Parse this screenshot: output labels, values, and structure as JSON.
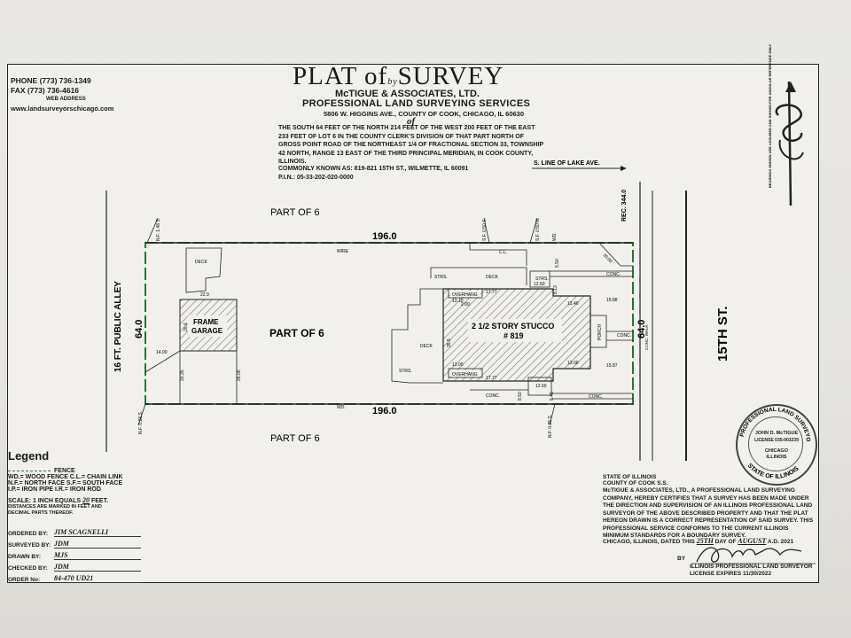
{
  "contact": {
    "phone": "PHONE (773) 736-1349",
    "fax": "FAX (773) 736-4616",
    "web_label": "WEB ADDRESS",
    "website": "www.landsurveyorschicago.com"
  },
  "header": {
    "title_plat": "PLAT",
    "title_of": "of",
    "title_by": "by",
    "title_survey": "SURVEY",
    "company": "McTIGUE & ASSOCIATES, LTD.",
    "services": "PROFESSIONAL LAND SURVEYING SERVICES",
    "address": "5806 W. HIGGINS AVE., COUNTY OF COOK, CHICAGO, IL 60630",
    "of": "of",
    "legal_description": "THE SOUTH 64 FEET OF THE NORTH 214 FEET OF THE WEST 200 FEET OF THE EAST 233 FEET OF LOT 6 IN THE COUNTY CLERK'S DIVISION OF THAT PART NORTH OF GROSS POINT ROAD OF THE NORTHEAST 1/4 OF FRACTIONAL SECTION 33, TOWNSHIP 42 NORTH, RANGE 13 EAST OF THE THIRD PRINCIPAL MERIDIAN, IN COOK COUNTY, ILLINOIS.",
    "commonly_known": "COMMONLY KNOWN AS: 819-821 15TH ST., WILMETTE, IL 60091",
    "pin": "P.I.N.: 05-33-202-020-0000"
  },
  "plat": {
    "part_of_6_top": "PART OF 6",
    "part_of_6_center": "PART OF 6",
    "part_of_6_bottom": "PART OF 6",
    "dim_top": "196.0",
    "dim_bottom": "196.0",
    "dim_west": "64.0",
    "dim_east": "64.0",
    "rec_344": "REC. 344.0",
    "s_line_lake": "S. LINE OF LAKE AVE.",
    "public_alley": "16 FT. PUBLIC ALLEY",
    "street": "15TH ST.",
    "wire": "WIRE",
    "wd": "WD.",
    "cl": "C.L.",
    "deck_nw": "DECK",
    "deck_top": "DECK",
    "deck_left": "DECK",
    "strs_1": "STRS.",
    "strs_2": "STRS.",
    "strs_3": "STRS.",
    "conc_1": "CONC.",
    "conc_2": "CONC.",
    "conc_3": "CONC.",
    "conc_4": "CONC.",
    "conc_walk": "CONC. WALK",
    "porch": "PORCH",
    "overhang_1": "OVERHANG",
    "overhang_2": "OVERHANG",
    "garage_label_1": "FRAME",
    "garage_label_2": "GARAGE",
    "garage_dim_top": "22.9",
    "garage_dim_side": "20.6",
    "house_label": "2 1/2 STORY STUCCO",
    "house_number": "# 819",
    "house_dim_left": "35.5",
    "d_1777_top": "17.77",
    "d_1777_bot": "17.77",
    "d_1310_top": "13.10",
    "d_1300_bot": "13.00",
    "d_1340": "13.40",
    "d_1300": "13.00",
    "d_1588": "15.88",
    "d_1587": "15.87",
    "d_1260_top": "12.60",
    "d_1260_bot": "12.60",
    "d_1400": "14.00",
    "d_3335": "33.35",
    "d_2600": "26.00",
    "d_850": "8.50",
    "d_813": "8.13",
    "d_550": "5.50",
    "d_545": "5.45",
    "d_3000": "30.00",
    "d_200": "2.00",
    "mon_nw": "N.F. 1.48 S.",
    "mon_ne1": "S.F. 0.50 S.",
    "mon_ne2": "S.F. 0.50 N.",
    "mon_nd": "WD.",
    "mon_sw": "N.F. 0.28 S.",
    "mon_se": "N.F. 0.25 S.",
    "north_note": "BEARINGS SHOWN ARE ASSUMED AND SHOWN FOR ANGULAR REFERENCE ONLY"
  },
  "legend": {
    "title": "Legend",
    "fence": "FENCE",
    "row1": "WD.= WOOD FENCE   C.L.= CHAIN LINK",
    "row2": "N.F.= NORTH FACE S.F.= SOUTH FACE",
    "row3": "I.P.= IRON PIPE  I.R.= IRON ROD",
    "scale_prefix": "SCALE: 1 INCH EQUALS",
    "scale_value": "20",
    "scale_suffix": "FEET.",
    "note": "DISTANCES ARE MARKED IN FEET AND DECIMAL PARTS THEREOF."
  },
  "order_form": {
    "ordered_by_label": "ORDERED BY:",
    "ordered_by": "JIM SCAGNELLI",
    "surveyed_by_label": "SURVEYED BY:",
    "surveyed_by": "JDM",
    "drawn_by_label": "DRAWN BY:",
    "drawn_by": "MJS",
    "checked_by_label": "CHECKED BY:",
    "checked_by": "JDM",
    "order_no_label": "ORDER No:",
    "order_no": "84-470 UD21"
  },
  "certification": {
    "state_line": "STATE OF ILLINOIS",
    "county_line": "COUNTY OF COOK  S.S.",
    "body": "McTIGUE & ASSOCIATES, LTD., A PROFESSIONAL LAND SURVEYING COMPANY, HEREBY CERTIFIES THAT A SURVEY HAS BEEN MADE UNDER THE DIRECTION AND SUPERVISION OF AN ILLINOIS PROFESSIONAL LAND SURVEYOR OF THE ABOVE DESCRIBED PROPERTY AND THAT THE PLAT HEREON DRAWN IS A CORRECT REPRESENTATION OF SAID SURVEY. THIS PROFESSIONAL SERVICE CONFORMS TO THE CURRENT ILLINOIS MINIMUM STANDARDS FOR A BOUNDARY SURVEY.",
    "dated_prefix": "CHICAGO, ILLINOIS, DATED THIS",
    "day": "25TH",
    "day_of": "DAY OF",
    "month": "AUGUST",
    "year": "A.D. 2021",
    "by": "BY",
    "signer_title": "ILLINOIS PROFESSIONAL LAND SURVEYOR",
    "license_expires": "LICENSE EXPIRES 11/30/2022"
  },
  "seal": {
    "top_text": "PROFESSIONAL LAND SURVEYOR",
    "name": "JOHN D. McTIGUE",
    "license": "LICENSE 035-003239",
    "city": "CHICAGO",
    "state": "ILLINOIS",
    "bottom_text": "STATE OF ILLINOIS"
  }
}
